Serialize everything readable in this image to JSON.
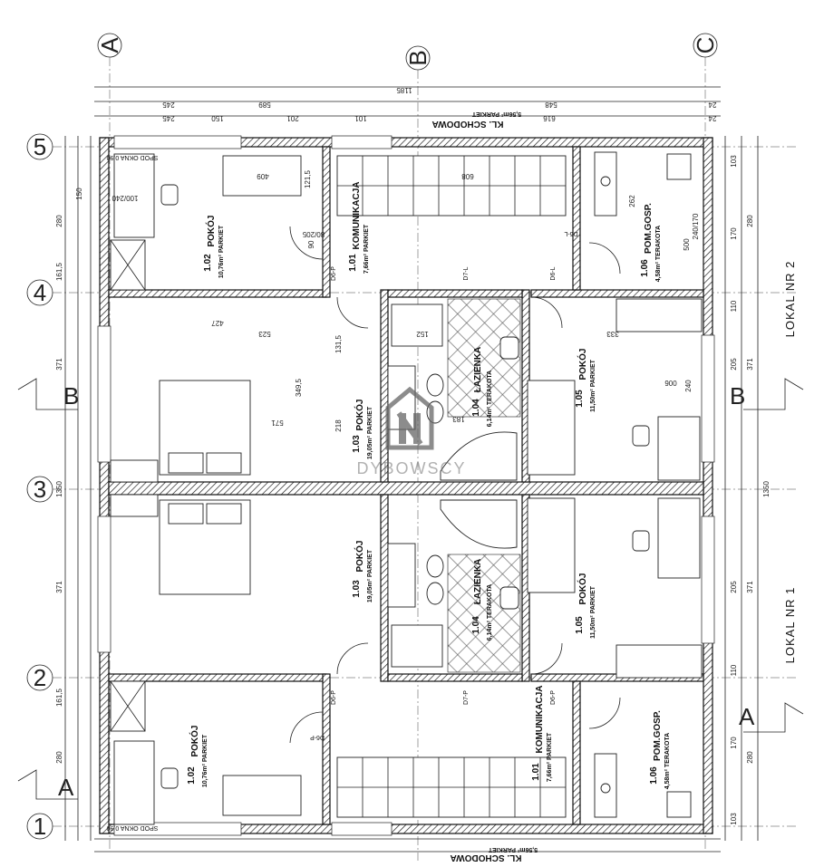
{
  "axes": {
    "columns": [
      "A",
      "B",
      "C"
    ],
    "rows": [
      "5",
      "4",
      "3",
      "2",
      "1"
    ],
    "sections": [
      "B",
      "B",
      "A",
      "A"
    ]
  },
  "lokal": {
    "top": "LOKAL NR 2",
    "bottom": "LOKAL NR 1"
  },
  "stairs": {
    "top_label": "KL. SCHODOWA",
    "top_area": "5,56m² PARKIET",
    "bottom_label": "KL. SCHODOWA",
    "bottom_area": "5,56m² PARKIET"
  },
  "rooms": [
    {
      "code": "1.01",
      "name": "KOMUNIKACJA",
      "area": "7,66m² PARKIET"
    },
    {
      "code": "1.02",
      "name": "POKÓJ",
      "area": "10,76m² PARKIET"
    },
    {
      "code": "1.03",
      "name": "POKÓJ",
      "area": "19,05m² PARKIET"
    },
    {
      "code": "1.04",
      "name": "ŁAZIENKA",
      "area": "6,14m² TERAKOTA"
    },
    {
      "code": "1.05",
      "name": "POKÓJ",
      "area": "11,50m² PARKIET"
    },
    {
      "code": "1.06",
      "name": "POM.GOSP.",
      "area": "4,58m² TERAKOTA"
    },
    {
      "code": "1.01",
      "name": "KOMUNIKACJA",
      "area": "7,66m² PARKIET"
    },
    {
      "code": "1.02",
      "name": "POKÓJ",
      "area": "10,76m² PARKIET"
    },
    {
      "code": "1.03",
      "name": "POKÓJ",
      "area": "19,05m² PARKIET"
    },
    {
      "code": "1.04",
      "name": "ŁAZIENKA",
      "area": "6,14m² TERAKOTA"
    },
    {
      "code": "1.05",
      "name": "POKÓJ",
      "area": "11,50m² PARKIET"
    },
    {
      "code": "1.06",
      "name": "POM.GOSP.",
      "area": "4,58m² TERAKOTA"
    }
  ],
  "doors": [
    "D6-P",
    "D6-L",
    "D7-L",
    "D6-L",
    "D6-P",
    "D7-P",
    "D6-P",
    "D6-P"
  ],
  "notes": {
    "sill_top": "SPOD OKNA 0,90",
    "sill_bottom": "SPOD OKNA 0,90"
  },
  "dimensions": {
    "top_total": "1185",
    "top_parts": [
      "245",
      "589",
      "548",
      "24"
    ],
    "top_sub": [
      "245",
      "150",
      "201",
      "101",
      "616",
      "24"
    ],
    "left": [
      "280",
      "161,5",
      "371",
      "1350",
      "371",
      "161,5",
      "280"
    ],
    "right": [
      "103",
      "280",
      "170",
      "110",
      "205",
      "371",
      "1350",
      "371",
      "205",
      "110",
      "170",
      "280",
      "103"
    ],
    "inner": [
      "523",
      "427",
      "349,5",
      "131,5",
      "218",
      "571",
      "333",
      "900",
      "240",
      "152",
      "183"
    ],
    "misc": [
      "80/205",
      "90",
      "121,5",
      "409",
      "608",
      "262",
      "500",
      "240/170",
      "100/240",
      "150"
    ]
  },
  "watermark": {
    "brand": "DYBOWSCY"
  }
}
